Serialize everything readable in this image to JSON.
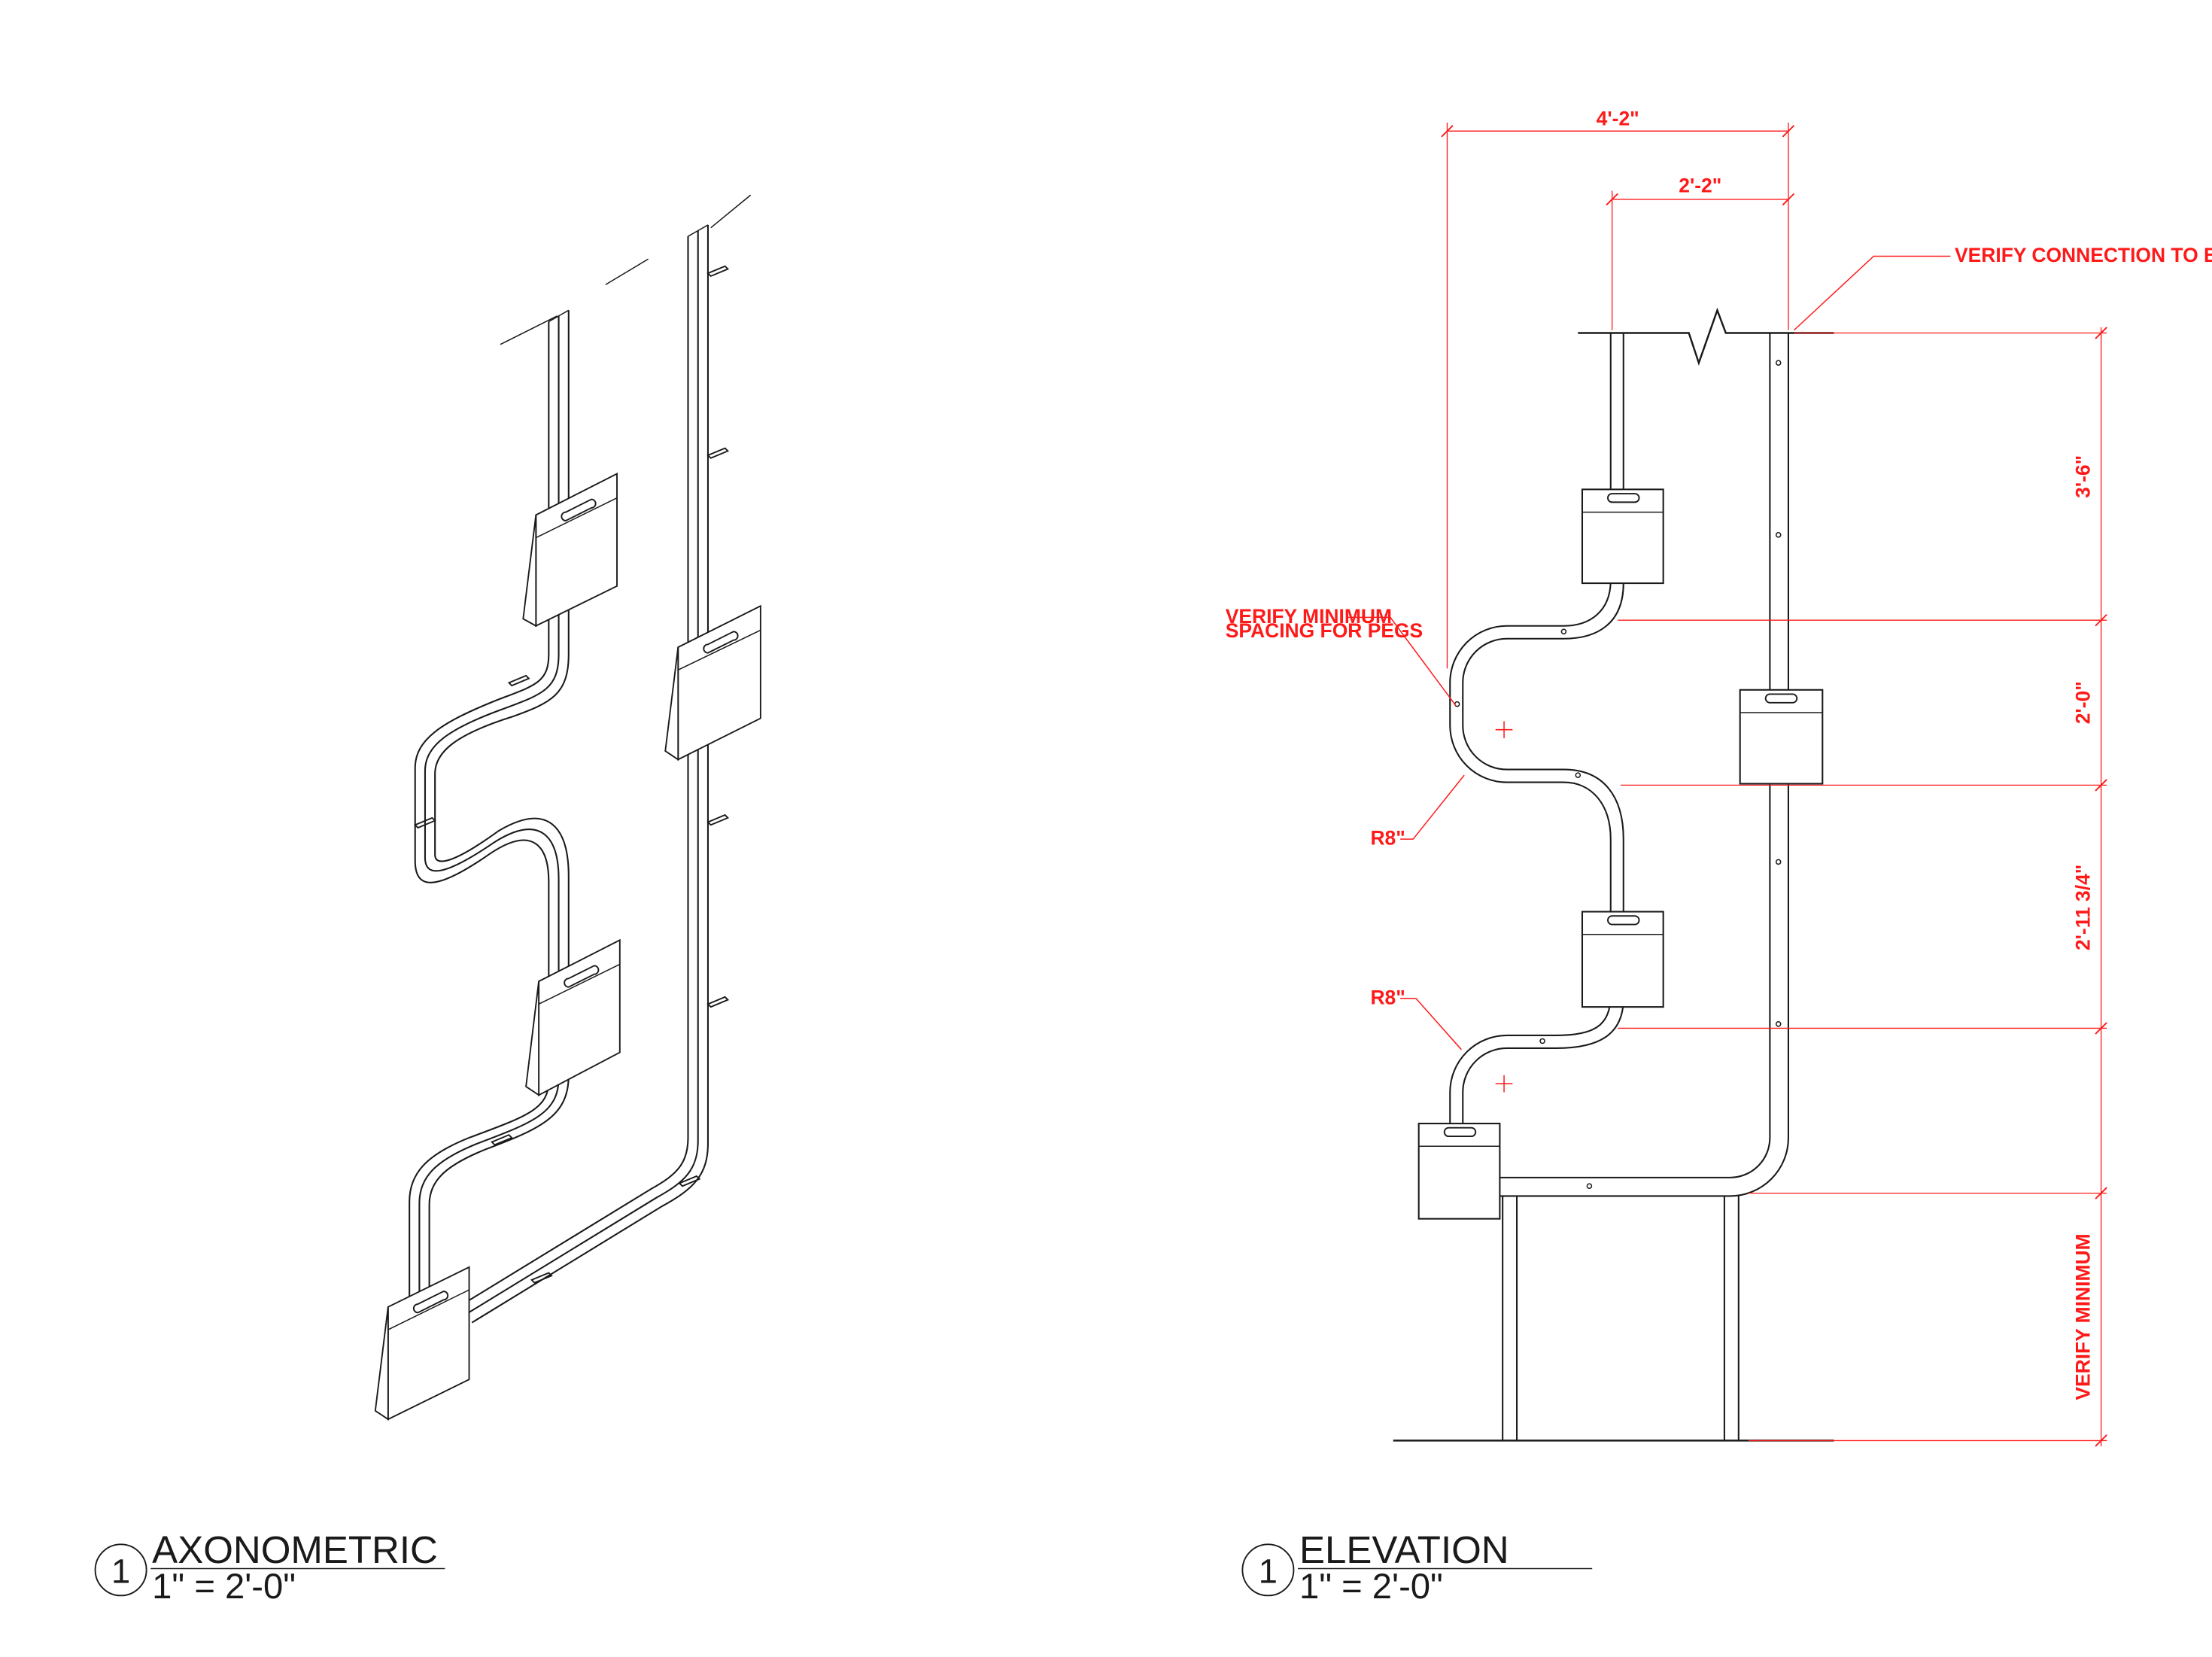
{
  "views": [
    {
      "number": "1",
      "title": "AXONOMETRIC",
      "scale": "1\" = 2'-0\""
    },
    {
      "number": "1",
      "title": "ELEVATION",
      "scale": "1\" = 2'-0\""
    }
  ],
  "dimensions": {
    "overall_width": "4'-2\"",
    "inner_width": "2'-2\"",
    "seg1": "3'-6\"",
    "seg2": "2'-0\"",
    "seg3": "2'-11 3/4\"",
    "seg4": "VERIFY MINIMUM"
  },
  "callouts": {
    "boh": "VERIFY CONNECTION TO BoH",
    "pegs_line1": "VERIFY MINIMUM",
    "pegs_line2": "SPACING FOR PEGS",
    "radius1": "R8\"",
    "radius2": "R8\""
  },
  "colors": {
    "ink": "#1a1a1a",
    "annotation": "#ff1a1a"
  }
}
